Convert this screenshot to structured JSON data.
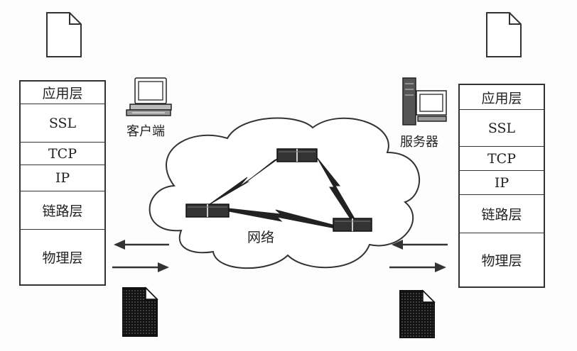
{
  "client": {
    "label": "客户端",
    "layers": [
      "应用层",
      "SSL",
      "TCP",
      "IP",
      "链路层",
      "物理层"
    ]
  },
  "server": {
    "label": "服务器",
    "layers": [
      "应用层",
      "SSL",
      "TCP",
      "IP",
      "链路层",
      "物理层"
    ]
  },
  "network": {
    "label": "网络"
  },
  "icons": {
    "document": "document-icon",
    "encrypted_document": "encrypted-document-icon",
    "client_computer": "desktop-computer-icon",
    "server_computer": "server-computer-icon",
    "router": "router-icon"
  }
}
